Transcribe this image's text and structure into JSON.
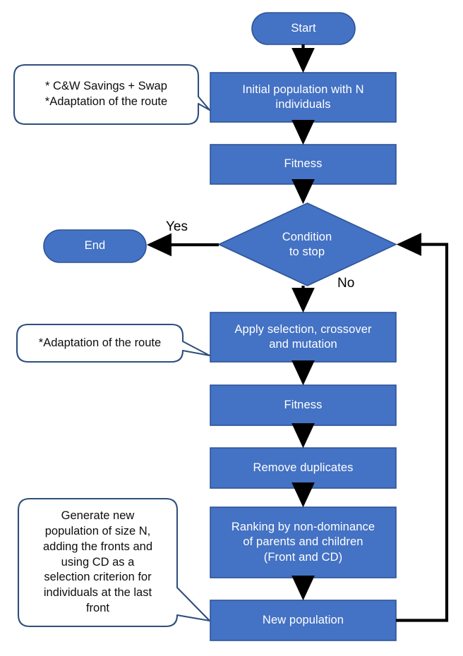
{
  "diagram": {
    "title": "NSGA-II genetic algorithm flowchart",
    "colors": {
      "node_fill": "#4472C4",
      "node_stroke": "#2E5496",
      "callout_stroke": "#2E4F7C",
      "callout_fill": "#FFFFFF",
      "arrow": "#000000",
      "node_text": "#FFFFFF",
      "callout_text": "#0D0D0D"
    },
    "nodes": {
      "start": {
        "label": "Start",
        "shape": "stadium"
      },
      "end": {
        "label": "End",
        "shape": "stadium"
      },
      "initial_population": {
        "label": "Initial population with N\nindividuals",
        "shape": "rectangle"
      },
      "fitness_1": {
        "label": "Fitness",
        "shape": "rectangle"
      },
      "condition": {
        "label": "Condition\nto stop",
        "shape": "diamond"
      },
      "apply_operators": {
        "label": "Apply selection, crossover\nand mutation",
        "shape": "rectangle"
      },
      "fitness_2": {
        "label": "Fitness",
        "shape": "rectangle"
      },
      "remove_duplicates": {
        "label": "Remove duplicates",
        "shape": "rectangle"
      },
      "ranking": {
        "label": "Ranking by non-dominance\nof parents and children\n(Front and  CD)",
        "shape": "rectangle"
      },
      "new_population": {
        "label": "New population",
        "shape": "rectangle"
      }
    },
    "edge_labels": {
      "yes": "Yes",
      "no": "No"
    },
    "callouts": {
      "initial_population_note": "* C&W Savings + Swap\n*Adaptation of the route",
      "operators_note": "*Adaptation of the route",
      "new_population_note": "Generate new\npopulation of size N,\nadding the fronts and\nusing CD as a\nselection criterion for\nindividuals at the last\nfront"
    }
  }
}
